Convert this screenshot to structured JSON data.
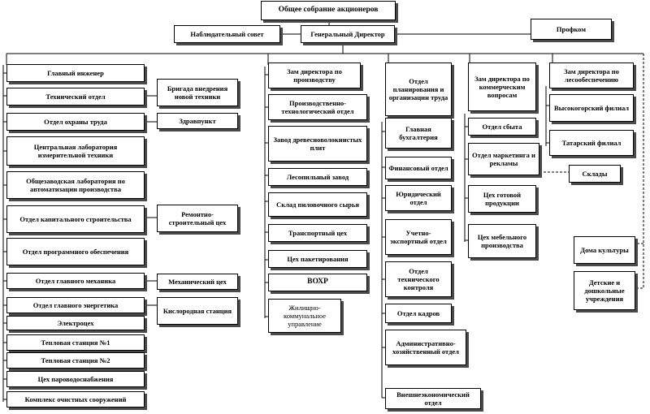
{
  "top": {
    "assembly": "Общее собрание акционеров",
    "supervisory": "Наблюдательный совет",
    "director": "Генеральный Директор",
    "union": "Профком"
  },
  "left_col": [
    "Главный инженер",
    "Технический отдел",
    "Отдел охраны труда",
    "Центральная лаборатория измерительной техники",
    "Общезаводская лаборатория по автоматизации производства",
    "Отдел капитального строительства",
    "Отдел программного обеспечения",
    "Отдел главного механика",
    "Отдел главного энергетика",
    "Электроцех",
    "Тепловая станция №1",
    "Тепловая станция №2",
    "Цех пароводоснабжения",
    "Комплекс очистных сооружений"
  ],
  "left_side": [
    "Бригада внедрения новой техники",
    "Здравпункт",
    "Ремонтно-строительный цех",
    "Механический цех",
    "Кислородная станция"
  ],
  "production": [
    "Зам директора по производству",
    "Производственно-технологический отдел",
    "Завод древесноволокнистых плит",
    "Лесопильный завод",
    "Склад пиловочного сырья",
    "Транспортный цех",
    "Цех пакетирования",
    "ВОХР",
    "Жилищно-коммунальное управление"
  ],
  "planning": [
    "Отдел планирования и организации труда",
    "Главная бухгалтерия",
    "Финансовый отдел",
    "Юридический отдел",
    "Учетно-экспортный отдел",
    "Отдел технического контроля",
    "Отдел кадров",
    "Административно-хозяйственный отдел",
    "Внешнеэкономический отдел"
  ],
  "commercial": [
    "Зам директора по коммерческим вопросам",
    "Отдел сбыта",
    "Отдел маркетинга и рекламы",
    "Цех готовой продукции",
    "Цех мебельного производства"
  ],
  "warehouses": "Склады",
  "forestry": [
    "Зам директора по лесообеспечению",
    "Высокогорский филиал",
    "Татарский филиал"
  ],
  "social": [
    "Дома культуры",
    "Детские и дошкольные учреждения"
  ]
}
